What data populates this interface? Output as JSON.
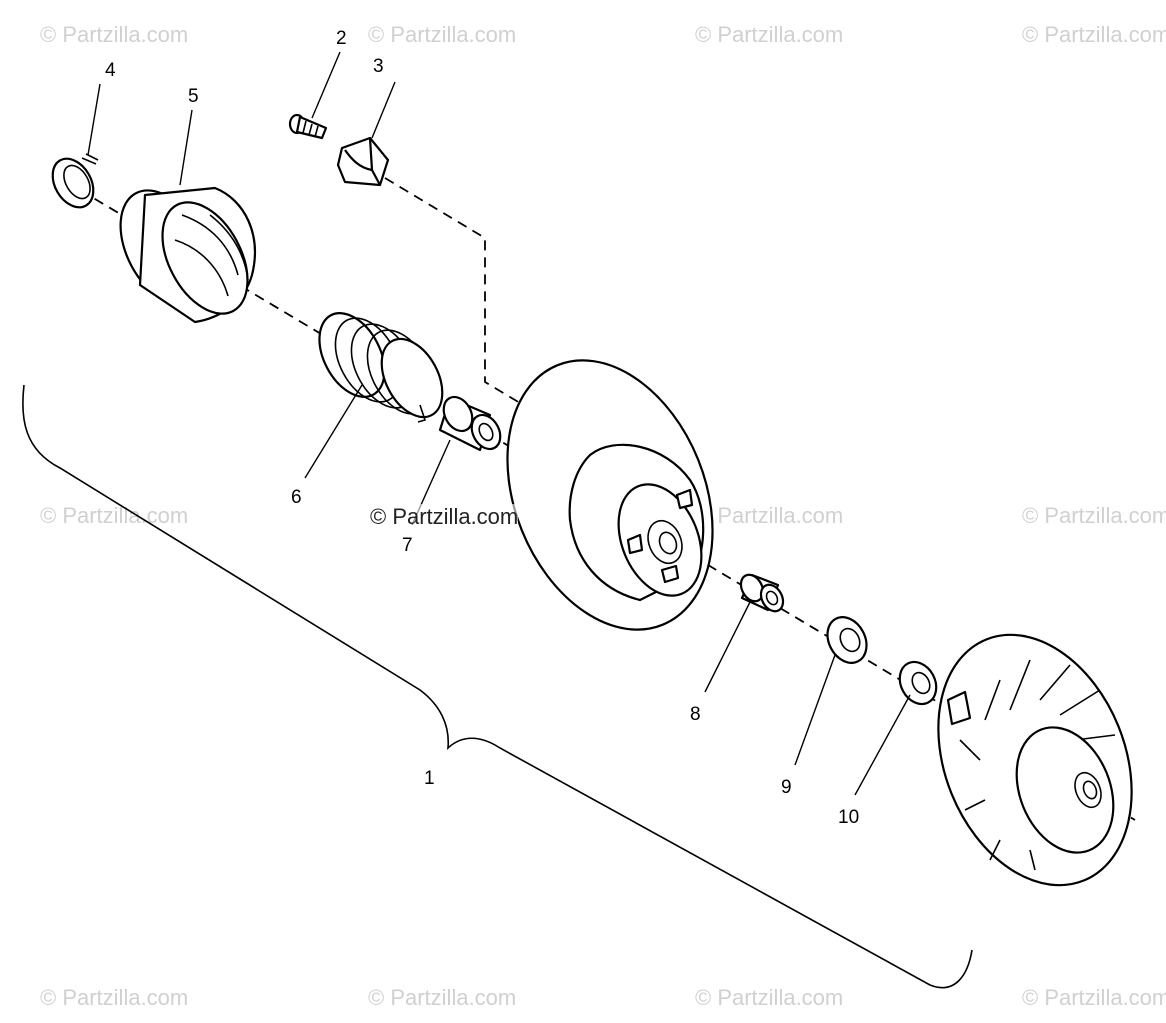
{
  "watermark": "© Partzilla.com",
  "callouts": {
    "c1": "1",
    "c2": "2",
    "c3": "3",
    "c4": "4",
    "c5": "5",
    "c6": "6",
    "c7": "7",
    "c8": "8",
    "c9": "9",
    "c10": "10"
  }
}
